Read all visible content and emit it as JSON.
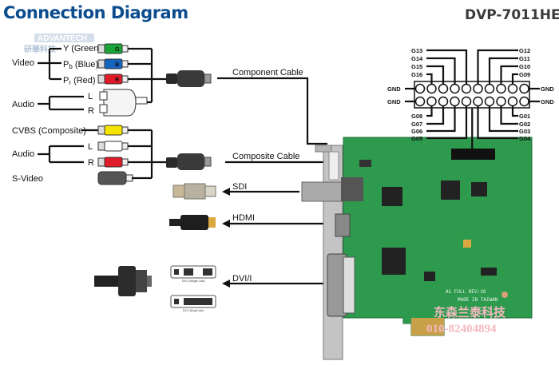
{
  "title": "Connection Diagram",
  "model": "DVP-7011HE",
  "watermarks": {
    "advantech": "ADVANTECH",
    "advantech_cn": "研華科技",
    "dealer_cn": "东森兰泰科技",
    "dealer_phone": "010-82404894"
  },
  "component_group": {
    "video_label": "Video",
    "y": {
      "prefix": "Y",
      "sub": "",
      "suffix": " (Green)",
      "plug_letter": "G",
      "color": "#1aa538"
    },
    "pb": {
      "prefix": "P",
      "sub": "b",
      "suffix": " (Blue)",
      "plug_letter": "B",
      "color": "#1565c0"
    },
    "pr": {
      "prefix": "P",
      "sub": "r",
      "suffix": " (Red)",
      "plug_letter": "R",
      "color": "#e01b2a"
    },
    "audio_label": "Audio",
    "left": "L",
    "right": "R",
    "cable_label": "Component Cable"
  },
  "composite_group": {
    "cvbs_label": "CVBS (Composite)",
    "audio_label": "Audio",
    "left": "L",
    "right": "R",
    "svideo_label": "S-Video",
    "cable_label": "Composite Cable",
    "colors": {
      "cvbs": "#f5e400",
      "left": "#ffffff",
      "right": "#e01b2a",
      "svideo": "#555555"
    }
  },
  "outputs": {
    "sdi": "SDI",
    "hdmi": "HDMI",
    "dvi": "DVI/I",
    "dvi_single": "DVI-I (Single Link)",
    "dvi_dual": "DVI-I (Dual Link)"
  },
  "gpio": {
    "gnd": "GND",
    "top_left": [
      "G13",
      "G14",
      "G15",
      "G16"
    ],
    "top_right": [
      "G12",
      "G11",
      "G10",
      "G09"
    ],
    "bottom_left": [
      "G08",
      "G07",
      "G06",
      "G05"
    ],
    "bottom_right": [
      "G01",
      "G02",
      "G03",
      "G04"
    ]
  },
  "board": {
    "silk_line1": "A1 FULL REV:10",
    "silk_line2": "MADE IN TAIWAN",
    "pcb_color": "#2e9a4e"
  }
}
